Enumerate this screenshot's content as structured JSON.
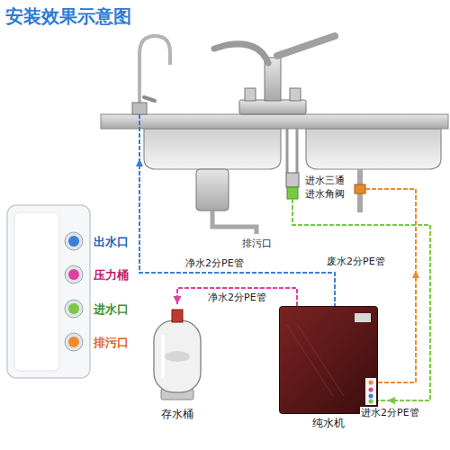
{
  "diagram": {
    "title": "安装效果示意图",
    "nodes": [
      {
        "text": [
          "存水桶"
        ]
      },
      {
        "text": [
          "纯水机"
        ]
      }
    ],
    "edges": [
      {
        "from": 1,
        "to": 0,
        "arrow": "to",
        "label": "净水2分PE管"
      }
    ],
    "labels": [
      "出水口",
      "压力桶",
      "进水口",
      "排污口",
      "进水三通",
      "进水角阀",
      "排污口",
      "净水2分PE管",
      "废水2分PE管",
      "进水2分PE管"
    ]
  }
}
